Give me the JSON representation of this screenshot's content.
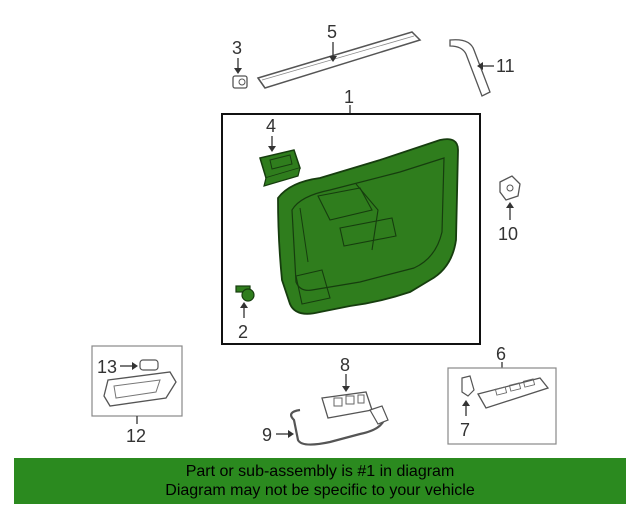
{
  "callouts": {
    "c1": "1",
    "c2": "2",
    "c3": "3",
    "c4": "4",
    "c5": "5",
    "c6": "6",
    "c7": "7",
    "c8": "8",
    "c9": "9",
    "c10": "10",
    "c11": "11",
    "c12": "12",
    "c13": "13"
  },
  "colors": {
    "highlight_part": "#2f7d1d",
    "banner": "#2b8a1f",
    "outline": "#555555"
  },
  "banner": {
    "line1": "Part or sub-assembly is #1 in diagram",
    "line2": "Diagram may not be specific to your vehicle"
  }
}
